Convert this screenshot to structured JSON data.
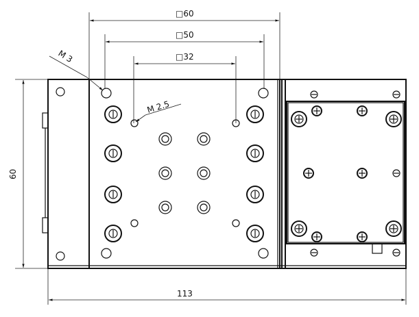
{
  "dimensions": {
    "square_60": "□60",
    "square_50": "□50",
    "square_32": "□32",
    "height": "60",
    "length": "113"
  },
  "callouts": {
    "thread_m3": "M 3",
    "thread_m25": "M 2.5"
  },
  "colors": {
    "line": "#111111",
    "background": "#ffffff"
  }
}
